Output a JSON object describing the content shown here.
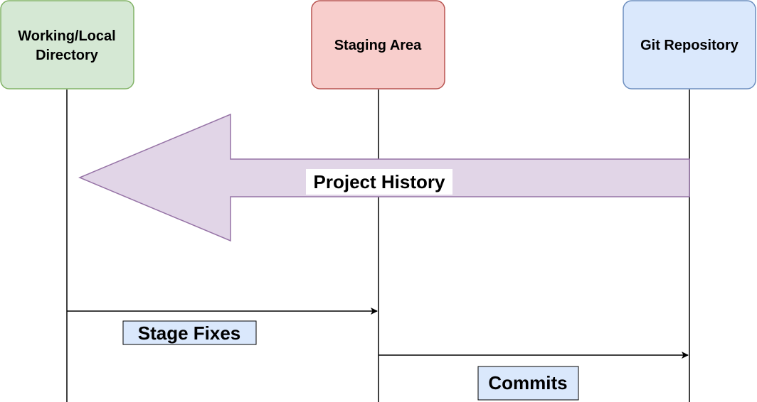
{
  "colors": {
    "working_fill": "#d5e8d4",
    "working_stroke": "#82b366",
    "staging_fill": "#f8cecc",
    "staging_stroke": "#b85450",
    "repo_fill": "#dae8fc",
    "repo_stroke": "#6c8ebf",
    "history_fill": "#e1d5e7",
    "history_stroke": "#9673a6",
    "label_box_fill": "#dae8fc",
    "label_box_stroke": "#000000",
    "line": "#000000"
  },
  "lanes": {
    "working": {
      "line1": "Working/Local",
      "line2": "Directory"
    },
    "staging": {
      "label": "Staging Area"
    },
    "repo": {
      "label": "Git Repository"
    }
  },
  "history_arrow": {
    "label": "Project History",
    "direction": "repository-to-working"
  },
  "messages": {
    "stage": {
      "label": "Stage Fixes",
      "from": "working",
      "to": "staging"
    },
    "commit": {
      "label": "Commits",
      "from": "staging",
      "to": "repo"
    }
  }
}
